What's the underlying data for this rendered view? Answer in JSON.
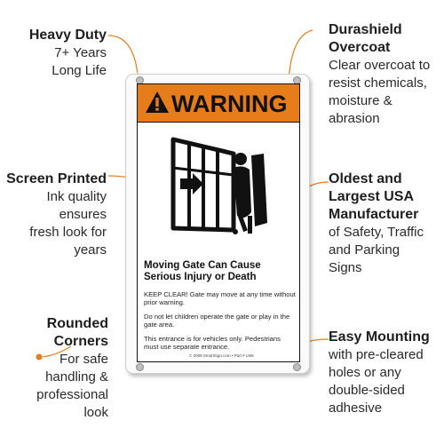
{
  "callouts": {
    "heavy_duty": {
      "head": "Heavy Duty",
      "line1": "7+ Years",
      "line2": "Long Life"
    },
    "screen_printed": {
      "head": "Screen Printed",
      "line1": "Ink quality",
      "line2": "ensures",
      "line3": "fresh look for",
      "line4": "years"
    },
    "rounded": {
      "head1": "Rounded",
      "head2": "Corners",
      "line1": "For safe",
      "line2": "handling &",
      "line3": "professional",
      "line4": "look"
    },
    "durashield": {
      "head1": "Durashield",
      "head2": "Overcoat",
      "line1": "Clear overcoat to",
      "line2": "resist chemicals,",
      "line3": "moisture &",
      "line4": "abrasion"
    },
    "oldest": {
      "head1": "Oldest and",
      "head2": "Largest USA",
      "head3": "Manufacturer",
      "line1": "of Safety, Traffic",
      "line2": "and Parking",
      "line3": "Signs"
    },
    "easy": {
      "head": "Easy Mounting",
      "line1": "with pre-cleared",
      "line2": "holes or any",
      "line3": "double-sided",
      "line4": "adhesive"
    }
  },
  "sign": {
    "header": "WARNING",
    "title_line1": "Moving Gate Can Cause",
    "title_line2": "Serious Injury or Death",
    "msg1": "KEEP CLEAR! Gate may move at any time without prior warning.",
    "msg2": "Do not let children operate the gate or play in the gate area.",
    "msg3": "This entrance is for vehicles only. Pedestrians must use separate entrance.",
    "footer": "© 2009 SmartSign.com • Part # LM6"
  },
  "colors": {
    "accent": "#e77c1b",
    "text": "#222222"
  }
}
